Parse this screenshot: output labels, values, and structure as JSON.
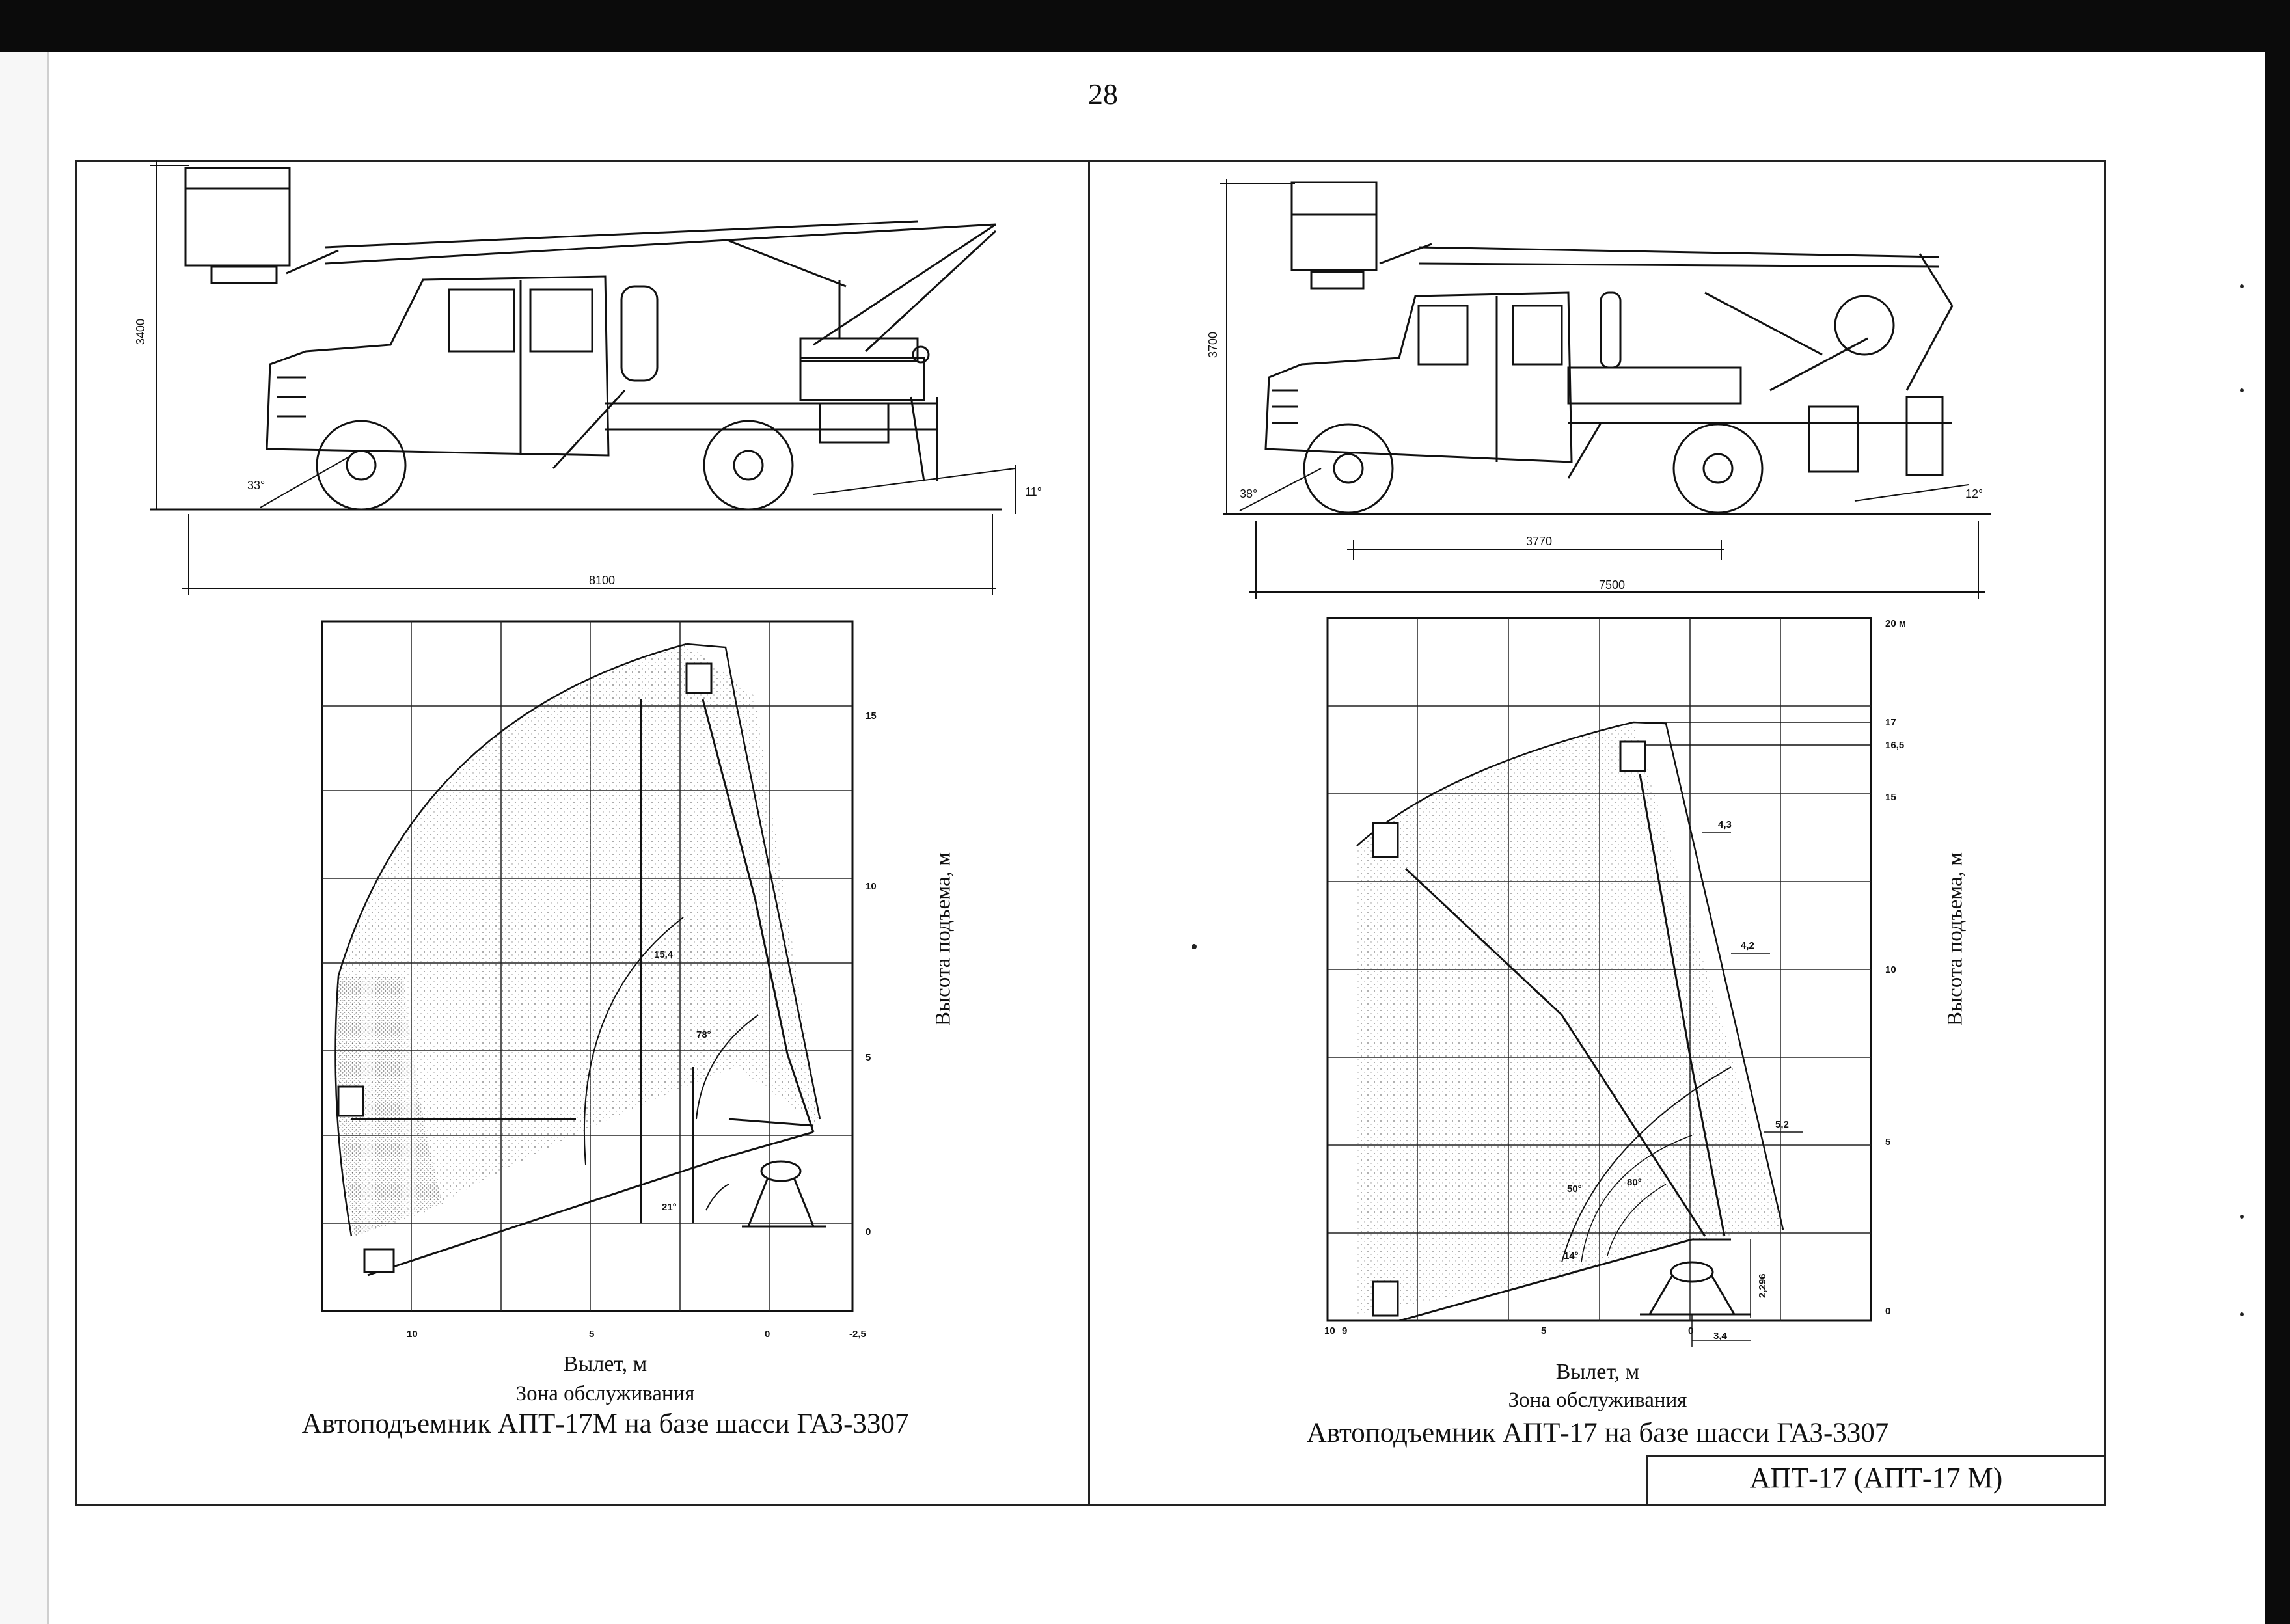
{
  "page_number": "28",
  "stamp": "АПТ-17 (АПТ-17 М)",
  "left": {
    "truck_dims": {
      "length": "8100",
      "height": "3400",
      "front_angle": "33°",
      "rear_angle": "11°"
    },
    "ticks_x": [
      "10",
      "5",
      "0",
      "-2,5"
    ],
    "ticks_y": [
      "15",
      "10",
      "5",
      "0"
    ],
    "labels": {
      "radius": "15,4",
      "angle_top": "78°",
      "angle_bottom": "21°"
    },
    "x_label": "Вылет, м",
    "y_label": "Высота подъема, м",
    "zone_label": "Зона обслуживания",
    "title": "Автоподъемник АПТ-17М на базе шасси ГАЗ-3307"
  },
  "right": {
    "truck_dims": {
      "length": "7500",
      "wheelbase": "3770",
      "height": "3700",
      "front_angle": "38°",
      "rear_angle": "12°"
    },
    "ticks_x": [
      "10",
      "9",
      "5",
      "0"
    ],
    "ticks_y": [
      "20 м",
      "17",
      "16,5",
      "15",
      "10",
      "5",
      "0"
    ],
    "labels": {
      "d1": "4,3",
      "d2": "4,2",
      "d3": "5,2",
      "d4": "2,296",
      "d5": "3,4",
      "a1": "50°",
      "a2": "80°",
      "a3": "14°"
    },
    "x_label": "Вылет, м",
    "y_label": "Высота подъема, м",
    "zone_label": "Зона обслуживания",
    "title": "Автоподъемник АПТ-17 на базе шасси ГАЗ-3307"
  }
}
